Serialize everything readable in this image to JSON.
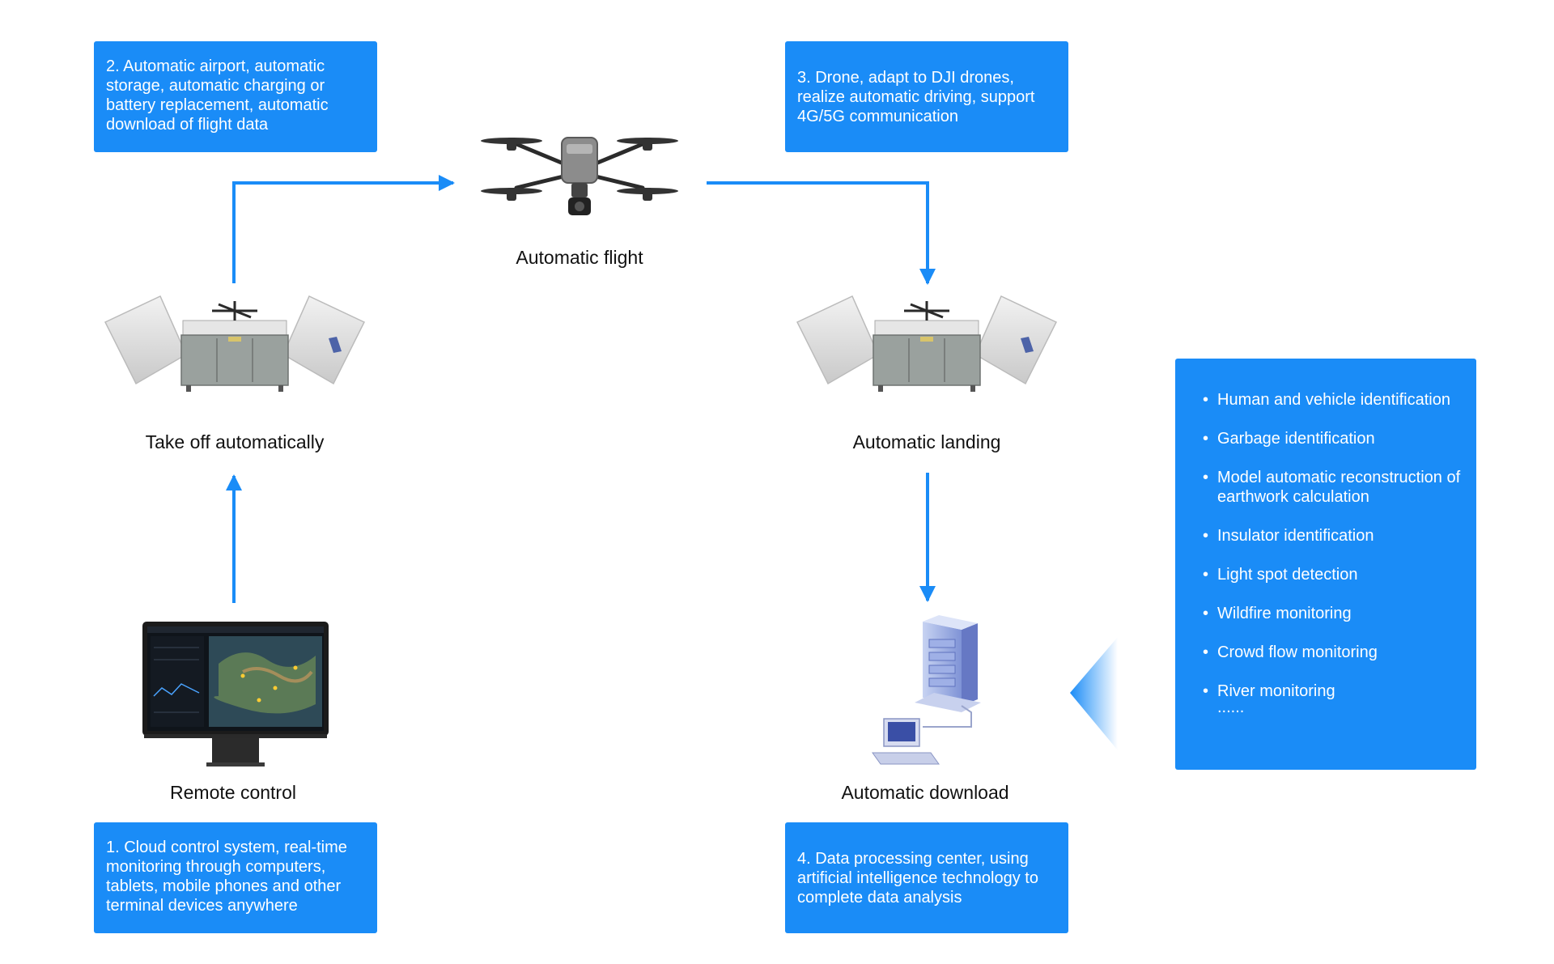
{
  "step_boxes": {
    "step2": "2. Automatic airport, automatic storage, automatic charging or battery replacement, automatic download of flight data",
    "step3": "3. Drone, adapt to DJI drones, realize automatic driving, support 4G/5G communication",
    "step1": "1. Cloud control system, real-time monitoring through computers, tablets, mobile phones and other terminal devices anywhere",
    "step4": "4. Data processing center, using artificial intelligence technology to complete data analysis"
  },
  "nodes": {
    "automatic_flight": "Automatic flight",
    "take_off": "Take off automatically",
    "automatic_landing": "Automatic landing",
    "remote_control": "Remote control",
    "automatic_download": "Automatic download"
  },
  "features": {
    "items": [
      "Human and vehicle identification",
      "Garbage identification",
      "Model automatic reconstruction of earthwork calculation",
      "Insulator identification",
      "Light spot detection",
      "Wildfire monitoring",
      "Crowd flow monitoring",
      "River monitoring"
    ],
    "more": "......"
  },
  "colors": {
    "accent": "#1a8cf7",
    "arrow": "#1a8cf7",
    "text": "#111111"
  },
  "icons": [
    "drone-icon",
    "airport-station-icon",
    "monitor-icon",
    "server-computer-icon",
    "pointer-triangle-icon"
  ]
}
